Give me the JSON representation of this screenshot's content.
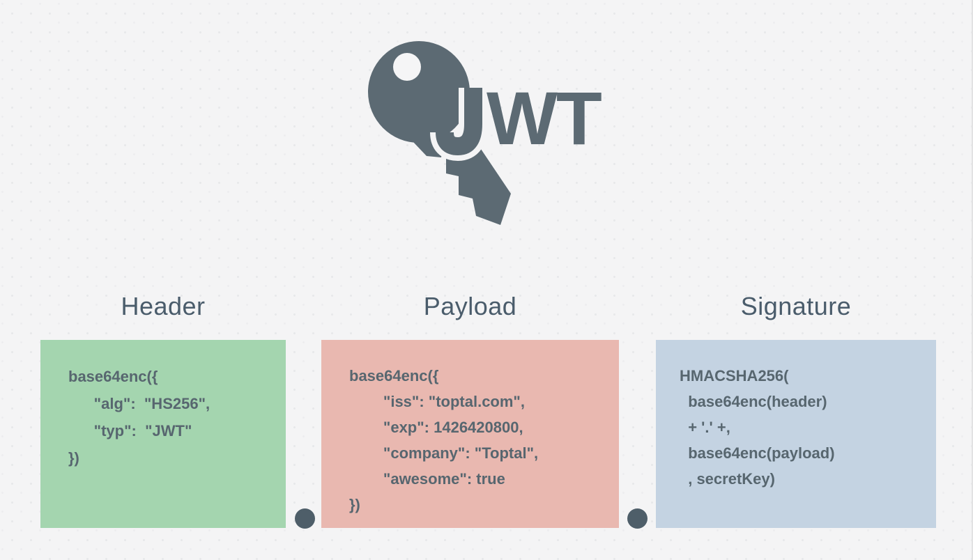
{
  "logo": {
    "text": "JWT",
    "wt": "WT",
    "icon": "key-icon"
  },
  "colors": {
    "background": "#f4f4f5",
    "key_and_logo_text": "#5c6a73",
    "section_label": "#4a5c6b",
    "code_text": "#57666f",
    "connector_dot": "#4e5e69",
    "header_box": "#a4d5af",
    "payload_box": "#e9b8b0",
    "signature_box": "#c4d3e2"
  },
  "sections": [
    {
      "label": "Header",
      "box_color": "#a4d5af",
      "code": "base64enc({\n      \"alg\":  \"HS256\",\n      \"typ\":  \"JWT\"\n})"
    },
    {
      "label": "Payload",
      "box_color": "#e9b8b0",
      "code": "base64enc({\n        \"iss\": \"toptal.com\",\n        \"exp\": 1426420800,\n        \"company\": \"Toptal\",\n        \"awesome\": true\n})"
    },
    {
      "label": "Signature",
      "box_color": "#c4d3e2",
      "code": "HMACSHA256(\n  base64enc(header)\n  + '.' +,\n  base64enc(payload)\n  , secretKey)"
    }
  ]
}
